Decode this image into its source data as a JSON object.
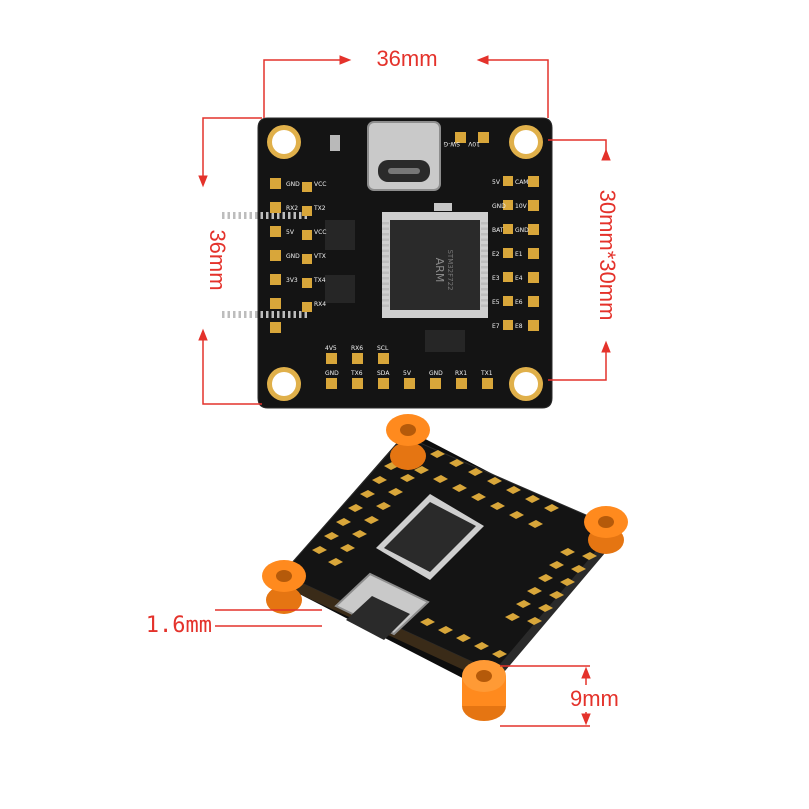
{
  "colors": {
    "dimension": "#e4322b",
    "pcb": "#141414",
    "pad": "#d8a63a",
    "silkscreen": "#f2f2f2",
    "standoff": "#ff8a1e",
    "chip": "#2a2a2a"
  },
  "dimensions": {
    "width": "36mm",
    "height": "36mm",
    "mount": "30mm*30mm",
    "thickness": "1.6mm",
    "standoff_height": "9mm"
  },
  "chip": {
    "brand": "ARM",
    "part": "STM32F722"
  },
  "silkscreen_labels": {
    "top_row": [
      "10V",
      "SW-G"
    ],
    "left_col_a": [
      "GND",
      "RX2",
      "5V",
      "GND",
      "3V3"
    ],
    "left_col_b": [
      "VCC",
      "TX2",
      "VCC",
      "VTX",
      "TX4",
      "RX4"
    ],
    "right_col_a": [
      "5V",
      "GND",
      "BAT",
      "E2",
      "E3",
      "E5",
      "E7"
    ],
    "right_col_b": [
      "CAM",
      "10V",
      "GND",
      "E1",
      "E4",
      "E6",
      "E8"
    ],
    "bottom_row_a": [
      "4V5",
      "RX6",
      "SCL"
    ],
    "bottom_row_b": [
      "GND",
      "TX6",
      "SDA",
      "5V",
      "GND",
      "RX1",
      "TX1"
    ]
  },
  "icons": [
    "usb-c-port",
    "mounting-hole",
    "orange-standoff",
    "mcu-chip"
  ]
}
